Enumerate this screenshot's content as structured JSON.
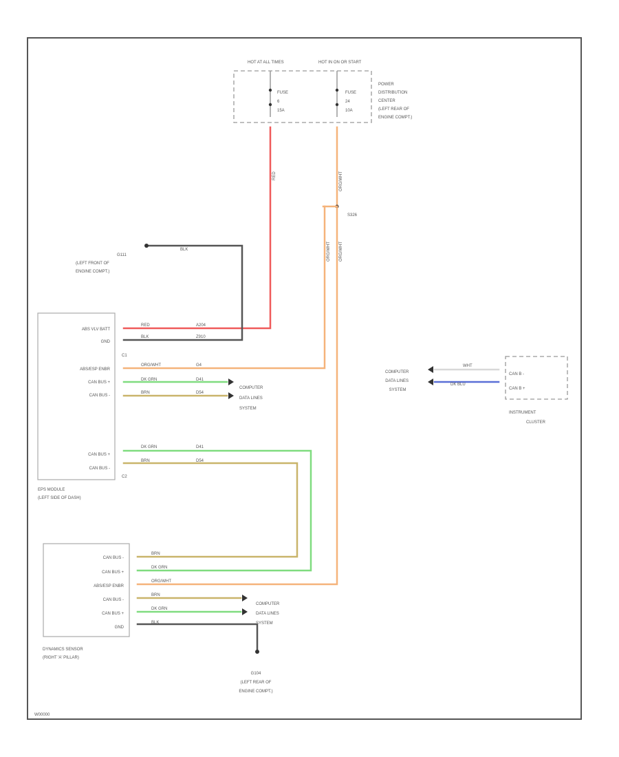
{
  "colors": {
    "red": "#ef5a5a",
    "black": "#555555",
    "orange": "#f5b37a",
    "green": "#7fdc7f",
    "tan": "#c9b46a",
    "blue": "#5a6fd6",
    "white": "#d8d8d8"
  },
  "pdc": {
    "hot_at_all_times": "HOT AT ALL TIMES",
    "hot_in_on_start": "HOT IN ON OR START",
    "fuse1_label": "FUSE",
    "fuse1_num": "6",
    "fuse1_amps": "15A",
    "fuse2_label": "FUSE",
    "fuse2_num": "24",
    "fuse2_amps": "10A",
    "name": [
      "POWER",
      "DISTRIBUTION",
      "CENTER",
      "(LEFT REAR OF",
      "ENGINE COMPT.)"
    ]
  },
  "wires": {
    "red_vert": "RED",
    "org_vert_top": "ORG/WHT",
    "org_vert_left": "ORG/WHT",
    "org_vert_right": "ORG/WHT",
    "splice": "S326",
    "blk_g": "BLK"
  },
  "ground_g111": {
    "name": "G111",
    "loc1": "(LEFT FRONT OF",
    "loc2": "ENGINE COMPT.)"
  },
  "eps_module": {
    "pins": [
      "ABS VLV BATT",
      "GND",
      "C1",
      "ABS/ESP ENBR",
      "CAN BUS +",
      "CAN BUS -",
      "CAN BUS +",
      "CAN BUS -",
      "C2"
    ],
    "wire_colors": [
      "RED",
      "BLK",
      "ORG/WHT",
      "DK GRN",
      "BRN",
      "DK GRN",
      "BRN"
    ],
    "wire_circuits": [
      "A204",
      "Z910",
      "G4",
      "D41",
      "D54",
      "D41",
      "D54"
    ],
    "name1": "EPS MODULE",
    "name2": "(LEFT SIDE OF DASH)"
  },
  "cdl_1": [
    "COMPUTER",
    "DATA LINES",
    "SYSTEM"
  ],
  "cdl_2": [
    "COMPUTER",
    "DATA LINES",
    "SYSTEM"
  ],
  "cdl_3": [
    "COMPUTER",
    "DATA LINES",
    "SYSTEM"
  ],
  "instrument_cluster": {
    "pins": [
      "CAN B -",
      "CAN B +"
    ],
    "wire_colors": [
      "WHT",
      "DK BLU"
    ],
    "name1": "INSTRUMENT",
    "name2": "CLUSTER"
  },
  "dynamics_sensor": {
    "pins": [
      "CAN BUS -",
      "CAN BUS +",
      "ABS/ESP ENBR",
      "CAN BUS -",
      "CAN BUS +",
      "GND"
    ],
    "wire_colors": [
      "BRN",
      "DK GRN",
      "ORG/WHT",
      "BRN",
      "DK GRN",
      "BLK"
    ],
    "name1": "DYNAMICS SENSOR",
    "name2": "(RIGHT 'A' PILLAR)"
  },
  "ground_g104": {
    "name": "G104",
    "loc1": "(LEFT REAR OF",
    "loc2": "ENGINE COMPT.)"
  },
  "footer_code": "W00000"
}
